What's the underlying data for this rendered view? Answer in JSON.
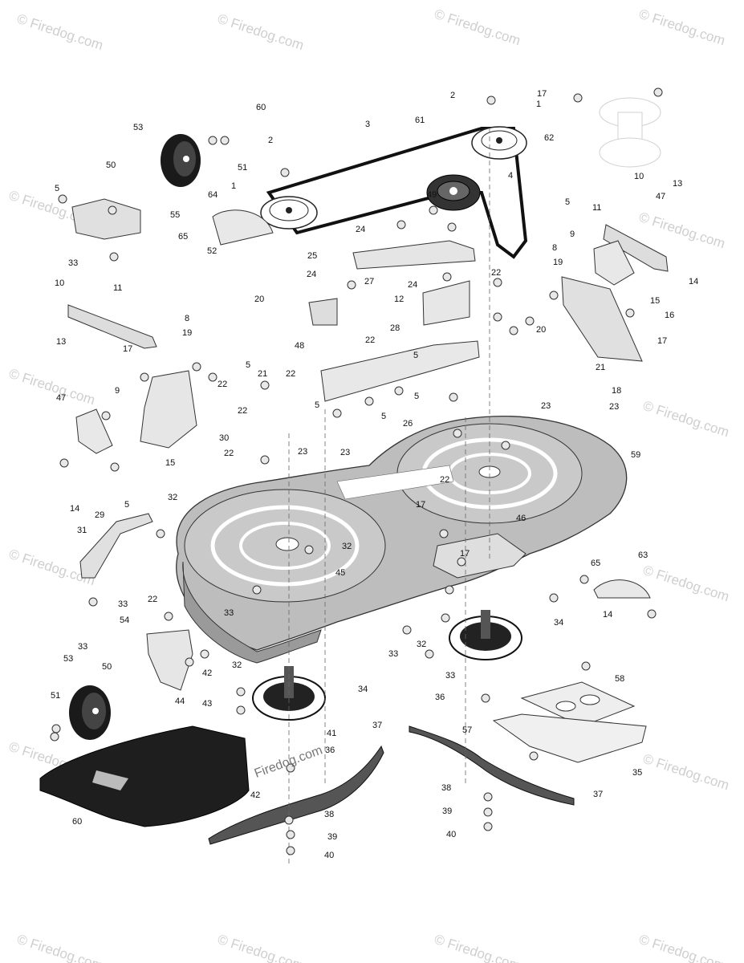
{
  "watermark": {
    "text": "© Firedog.com"
  },
  "center_watermark": "Firedog.com",
  "callouts": [
    "1",
    "1",
    "2",
    "2",
    "3",
    "4",
    "5",
    "5",
    "5",
    "5",
    "5",
    "5",
    "5",
    "5",
    "8",
    "8",
    "9",
    "9",
    "10",
    "10",
    "11",
    "11",
    "12",
    "13",
    "13",
    "14",
    "14",
    "14",
    "15",
    "15",
    "16",
    "17",
    "17",
    "17",
    "17",
    "17",
    "18",
    "19",
    "19",
    "20",
    "20",
    "21",
    "21",
    "22",
    "22",
    "22",
    "22",
    "22",
    "22",
    "22",
    "22",
    "23",
    "23",
    "23",
    "23",
    "24",
    "24",
    "24",
    "25",
    "26",
    "27",
    "28",
    "29",
    "30",
    "31",
    "32",
    "32",
    "32",
    "32",
    "33",
    "33",
    "33",
    "33",
    "33",
    "33",
    "34",
    "34",
    "35",
    "36",
    "36",
    "37",
    "37",
    "38",
    "38",
    "39",
    "39",
    "40",
    "40",
    "41",
    "42",
    "42",
    "43",
    "44",
    "45",
    "46",
    "47",
    "47",
    "48",
    "49",
    "50",
    "50",
    "51",
    "51",
    "52",
    "53",
    "53",
    "54",
    "55",
    "57",
    "58",
    "59",
    "60",
    "60",
    "61",
    "62",
    "63",
    "64",
    "65",
    "65"
  ]
}
